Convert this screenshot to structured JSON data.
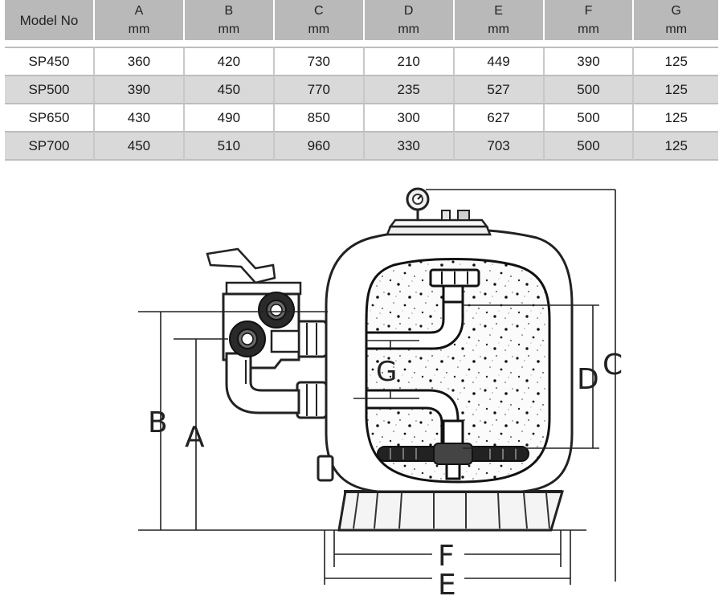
{
  "table": {
    "model_header": "Model No",
    "columns": [
      {
        "letter": "A",
        "unit": "mm"
      },
      {
        "letter": "B",
        "unit": "mm"
      },
      {
        "letter": "C",
        "unit": "mm"
      },
      {
        "letter": "D",
        "unit": "mm"
      },
      {
        "letter": "E",
        "unit": "mm"
      },
      {
        "letter": "F",
        "unit": "mm"
      },
      {
        "letter": "G",
        "unit": "mm"
      }
    ],
    "rows": [
      {
        "model": "SP450",
        "values": [
          "360",
          "420",
          "730",
          "210",
          "449",
          "390",
          "125"
        ]
      },
      {
        "model": "SP500",
        "values": [
          "390",
          "450",
          "770",
          "235",
          "527",
          "500",
          "125"
        ]
      },
      {
        "model": "SP650",
        "values": [
          "430",
          "490",
          "850",
          "300",
          "627",
          "500",
          "125"
        ]
      },
      {
        "model": "SP700",
        "values": [
          "450",
          "510",
          "960",
          "330",
          "703",
          "500",
          "125"
        ]
      }
    ]
  },
  "diagram": {
    "labels": {
      "A": "A",
      "B": "B",
      "C": "C",
      "D": "D",
      "E": "E",
      "F": "F",
      "G": "G"
    }
  }
}
